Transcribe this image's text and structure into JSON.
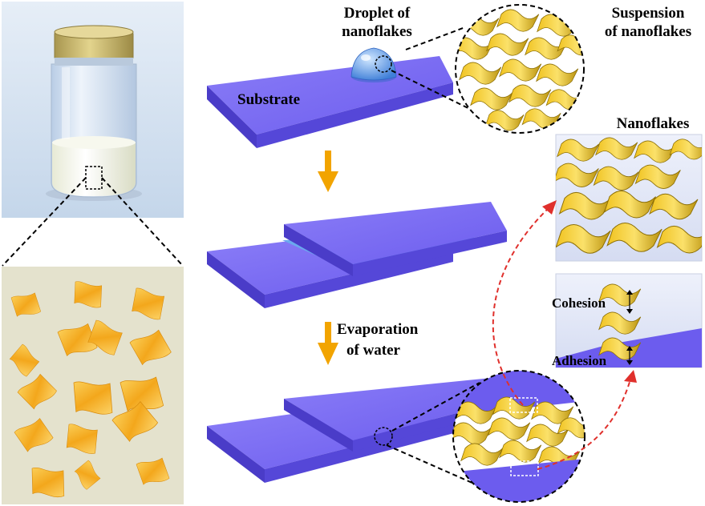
{
  "labels": {
    "droplet_line1": "Droplet of",
    "droplet_line2": "nanoflakes",
    "suspension_line1": "Suspension",
    "suspension_line2": "of nanoflakes",
    "substrate": "Substrate",
    "nanoflakes": "Nanoflakes",
    "evaporation_line1": "Evaporation",
    "evaporation_line2": "of water",
    "cohesion": "Cohesion",
    "adhesion": "Adhesion"
  },
  "colors": {
    "substrate_top": "#7b6cf2",
    "substrate_side": "#5a4be0",
    "water_film": "#6aa9ef",
    "flake_gold": "#e9b91a",
    "flake_gold_dark": "#a88409",
    "flake_orange": "#f6b52a",
    "process_arrow": "#f2a400",
    "dashed_arrow": "#e0302c",
    "vial_cap": "#c7b36a",
    "vial_panel_bg": "#cfdff0",
    "dispersion_panel_bg": "#e6e4d0"
  },
  "icons": {
    "vial": "vial-illustration",
    "process_arrow": "down-arrow-icon",
    "dashed_arrow": "dashed-curved-arrow-icon",
    "cohesion_arrow": "double-arrow-icon",
    "adhesion_arrow": "double-arrow-icon"
  }
}
